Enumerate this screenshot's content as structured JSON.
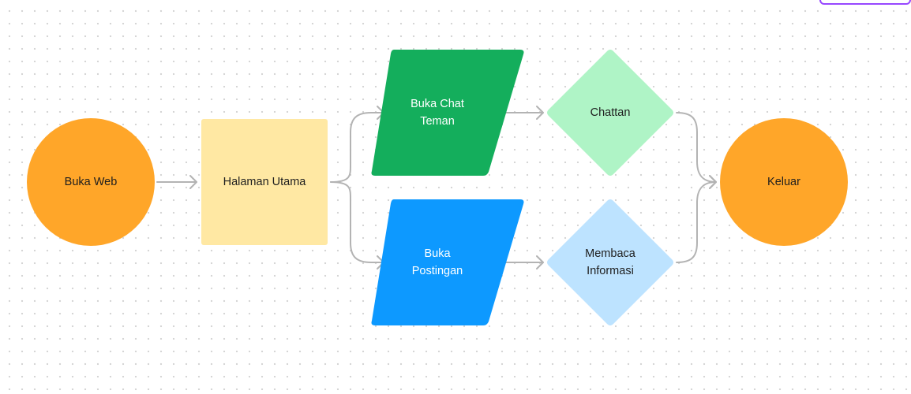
{
  "diagram": {
    "nodes": [
      {
        "id": "buka-web",
        "label": "Buka Web",
        "shape": "circle",
        "fill": "#ffa629"
      },
      {
        "id": "halaman-utama",
        "label": "Halaman Utama",
        "shape": "rectangle",
        "fill": "#ffe8a3"
      },
      {
        "id": "buka-chat-teman",
        "label": "Buka Chat\nTeman",
        "shape": "parallelogram",
        "fill": "#14ae5c"
      },
      {
        "id": "buka-postingan",
        "label": "Buka\nPostingan",
        "shape": "parallelogram",
        "fill": "#0d99ff"
      },
      {
        "id": "chattan",
        "label": "Chattan",
        "shape": "diamond",
        "fill": "#aff4c6"
      },
      {
        "id": "membaca-informasi",
        "label": "Membaca\nInformasi",
        "shape": "diamond",
        "fill": "#bde3ff"
      },
      {
        "id": "keluar",
        "label": "Keluar",
        "shape": "circle",
        "fill": "#ffa629"
      }
    ],
    "edges": [
      {
        "from": "buka-web",
        "to": "halaman-utama"
      },
      {
        "from": "halaman-utama",
        "to": "buka-chat-teman"
      },
      {
        "from": "halaman-utama",
        "to": "buka-postingan"
      },
      {
        "from": "buka-chat-teman",
        "to": "chattan"
      },
      {
        "from": "buka-postingan",
        "to": "membaca-informasi"
      },
      {
        "from": "chattan",
        "to": "keluar"
      },
      {
        "from": "membaca-informasi",
        "to": "keluar"
      }
    ],
    "connector_color": "#b3b3b3"
  }
}
